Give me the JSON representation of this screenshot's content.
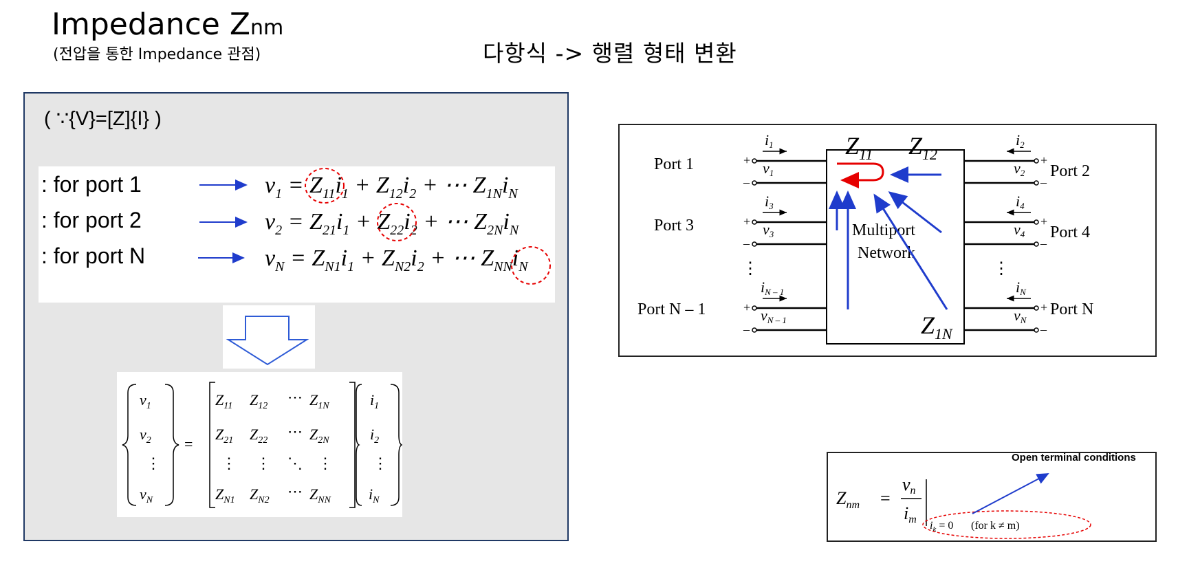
{
  "header": {
    "title_main": "Impedance Z",
    "title_sub_suffix": "nm",
    "title_note": "(전압을 통한 Impedance 관점)",
    "right_heading": "다항식 -> 행렬 형태 변환"
  },
  "left_panel": {
    "relation": "( ∵{V}=[Z]{I} )",
    "rows": [
      {
        "label": ": for port 1"
      },
      {
        "label": ": for port 2"
      },
      {
        "label": ": for port N"
      }
    ]
  },
  "diagram": {
    "ports": [
      "Port 1",
      "Port 2",
      "Port 3",
      "Port 4",
      "Port N – 1",
      "Port N"
    ],
    "box_label_line1": "Multiport",
    "box_label_line2": "Network",
    "z_labels": [
      "Z11",
      "Z12",
      "Z1N"
    ]
  },
  "condition": {
    "label": "Open terminal conditions",
    "formula_note": "(for k ≠ m)"
  },
  "colors": {
    "panel_border": "#1f3864",
    "panel_bg": "#e6e6e6",
    "arrow_blue": "#1f3ccc",
    "highlight_red": "#e60000"
  }
}
